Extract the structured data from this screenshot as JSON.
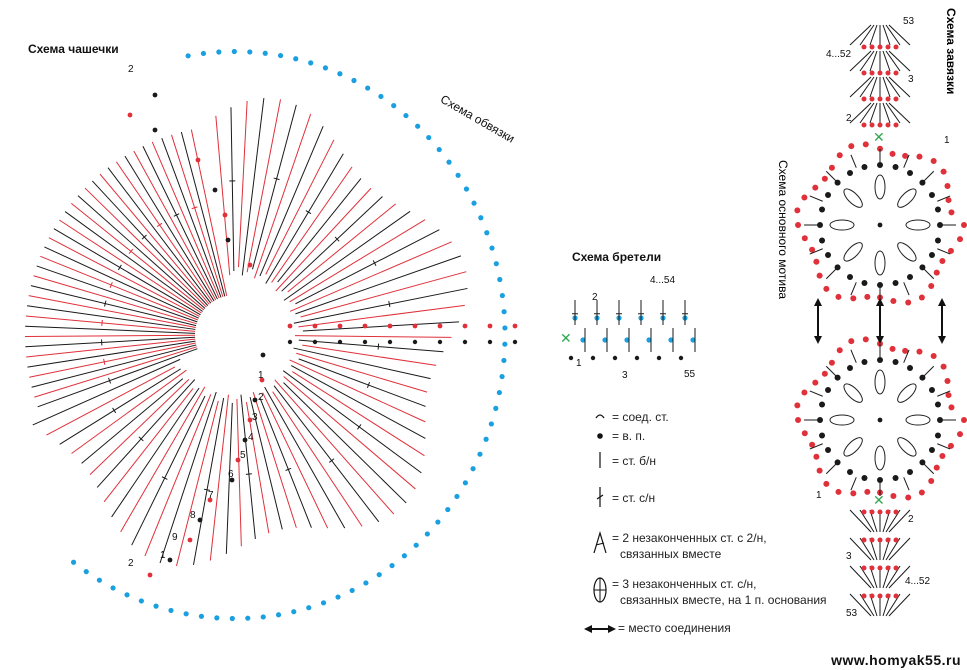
{
  "titles": {
    "cup": "Схема чашечки",
    "edging": "Схема обвязки",
    "strap": "Схема бретели",
    "ties": "Схема завязки",
    "motif": "Схема основного мотива"
  },
  "legend": [
    {
      "symbol": "slip-stitch-icon",
      "text": "= соед. ст."
    },
    {
      "symbol": "chain-dot-icon",
      "text": "= в. п."
    },
    {
      "symbol": "single-crochet-icon",
      "text": "= ст. б/н"
    },
    {
      "symbol": "double-crochet-icon",
      "text": "= ст. с/н"
    },
    {
      "symbol": "decrease-icon",
      "text": "= 2 незаконченных ст. с 2/н,",
      "text2": "связанных вместе"
    },
    {
      "symbol": "cluster-icon",
      "text": "= 3 незаконченных ст. с/н,",
      "text2": "связанных вместе, на 1 п. основания"
    },
    {
      "symbol": "join-arrow-icon",
      "text": "= место соединения"
    }
  ],
  "row_numbers": {
    "cup": [
      "1",
      "2",
      "3",
      "4",
      "5",
      "6",
      "7",
      "8",
      "9",
      "1",
      "2"
    ],
    "strap": [
      "2",
      "3",
      "4...54",
      "1",
      "55"
    ],
    "ties": [
      "53",
      "4...52",
      "3",
      "2",
      "1"
    ],
    "ties_bottom": [
      "1",
      "2",
      "3",
      "4...52",
      "53"
    ]
  },
  "colors": {
    "black": "#1a1a1a",
    "red": "#e0303a",
    "blue": "#1aa0e0",
    "green": "#2fa84f"
  },
  "watermark": "www.homyak55.ru"
}
